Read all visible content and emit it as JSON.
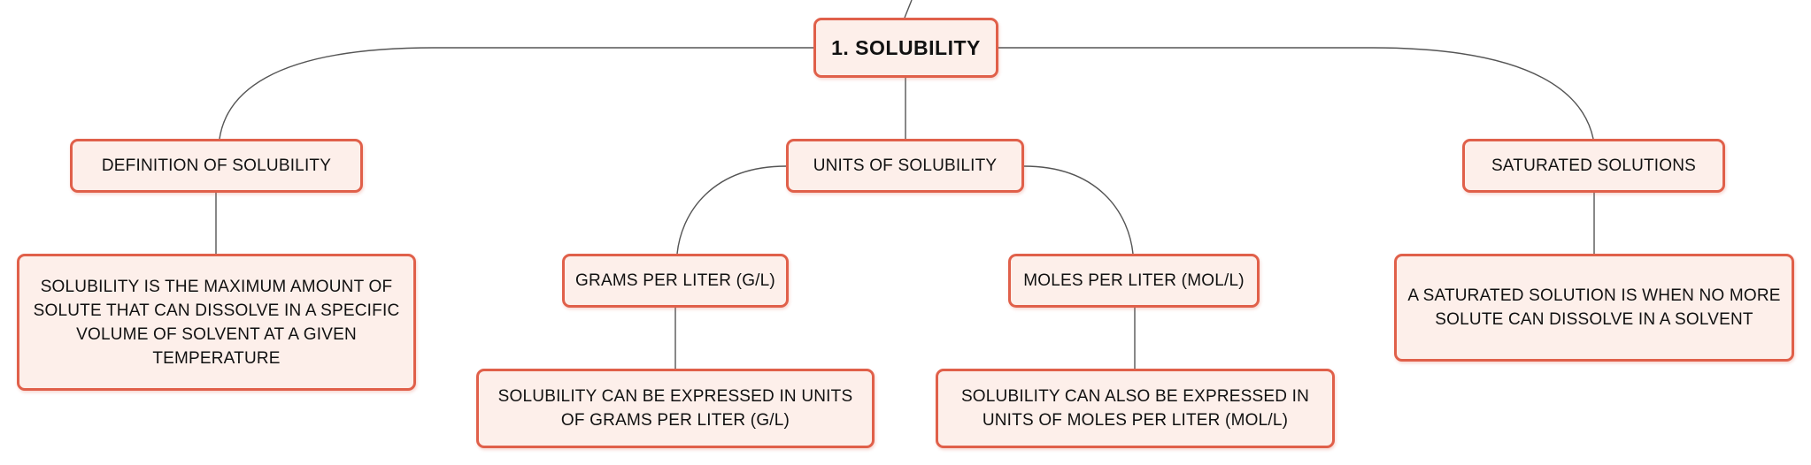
{
  "diagram": {
    "type": "mind-map",
    "colors": {
      "node_fill": "#fdefea",
      "node_border": "#e0604a",
      "connector": "#555555",
      "text": "#111111"
    },
    "root": {
      "label": "1. SOLUBILITY"
    },
    "branches": {
      "definition": {
        "label": "DEFINITION OF SOLUBILITY",
        "detail": "SOLUBILITY IS THE MAXIMUM AMOUNT OF SOLUTE THAT CAN DISSOLVE IN A SPECIFIC VOLUME OF SOLVENT AT A GIVEN TEMPERATURE"
      },
      "units": {
        "label": "UNITS OF SOLUBILITY",
        "grams": {
          "label": "GRAMS PER LITER (G/L)",
          "detail": "SOLUBILITY CAN BE EXPRESSED IN UNITS OF GRAMS PER LITER (G/L)"
        },
        "moles": {
          "label": "MOLES PER LITER (MOL/L)",
          "detail": "SOLUBILITY CAN ALSO BE EXPRESSED IN UNITS OF MOLES PER LITER (MOL/L)"
        }
      },
      "saturated": {
        "label": "SATURATED SOLUTIONS",
        "detail": "A SATURATED SOLUTION IS WHEN NO MORE SOLUTE CAN DISSOLVE IN A SOLVENT"
      }
    }
  }
}
